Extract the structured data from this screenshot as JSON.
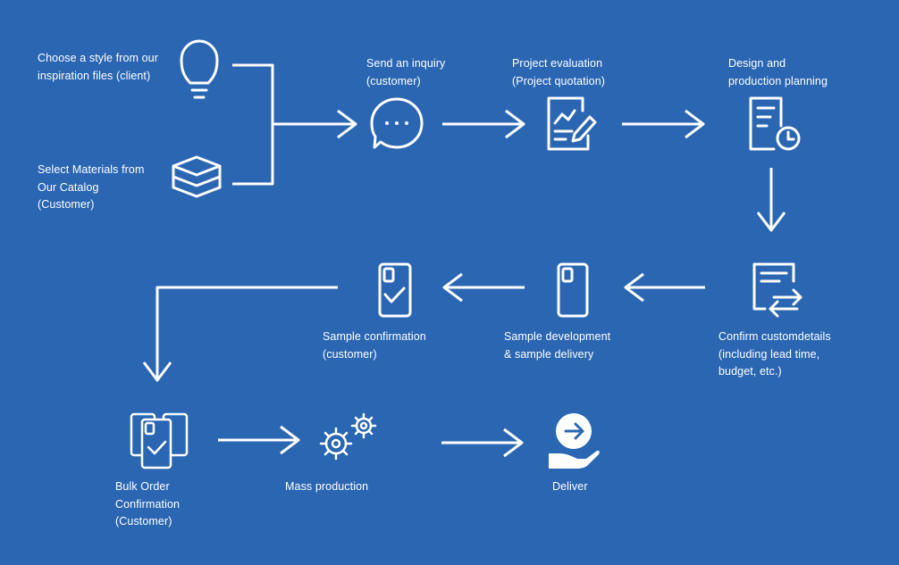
{
  "colors": {
    "background": "#2a66b2",
    "foreground": "#ffffff"
  },
  "steps": [
    {
      "icon": "lightbulb-icon",
      "lines": [
        "Choose a style from our",
        "inspiration files (client)"
      ]
    },
    {
      "icon": "stacked-layers-icon",
      "lines": [
        "Select Materials from",
        "Our Catalog",
        "(Customer)"
      ]
    },
    {
      "icon": "chat-bubble-icon",
      "lines": [
        "Send an inquiry",
        "(customer)"
      ]
    },
    {
      "icon": "document-pencil-icon",
      "lines": [
        "Project evaluation",
        "(Project quotation)"
      ]
    },
    {
      "icon": "document-clock-icon",
      "lines": [
        "Design and",
        "production planning"
      ]
    },
    {
      "icon": "document-exchange-icon",
      "lines": [
        "Confirm customdetails",
        "(including lead time,",
        "budget, etc.)"
      ]
    },
    {
      "icon": "phone-case-icon",
      "lines": [
        "Sample development",
        "& sample delivery"
      ]
    },
    {
      "icon": "phone-case-check-icon",
      "lines": [
        "Sample confirmation",
        "(customer)"
      ]
    },
    {
      "icon": "phone-cases-check-icon",
      "lines": [
        "Bulk Order",
        "Confirmation",
        "(Customer)"
      ]
    },
    {
      "icon": "gears-icon",
      "lines": [
        "Mass production"
      ]
    },
    {
      "icon": "hand-delivery-icon",
      "lines": [
        "Deliver"
      ]
    }
  ]
}
